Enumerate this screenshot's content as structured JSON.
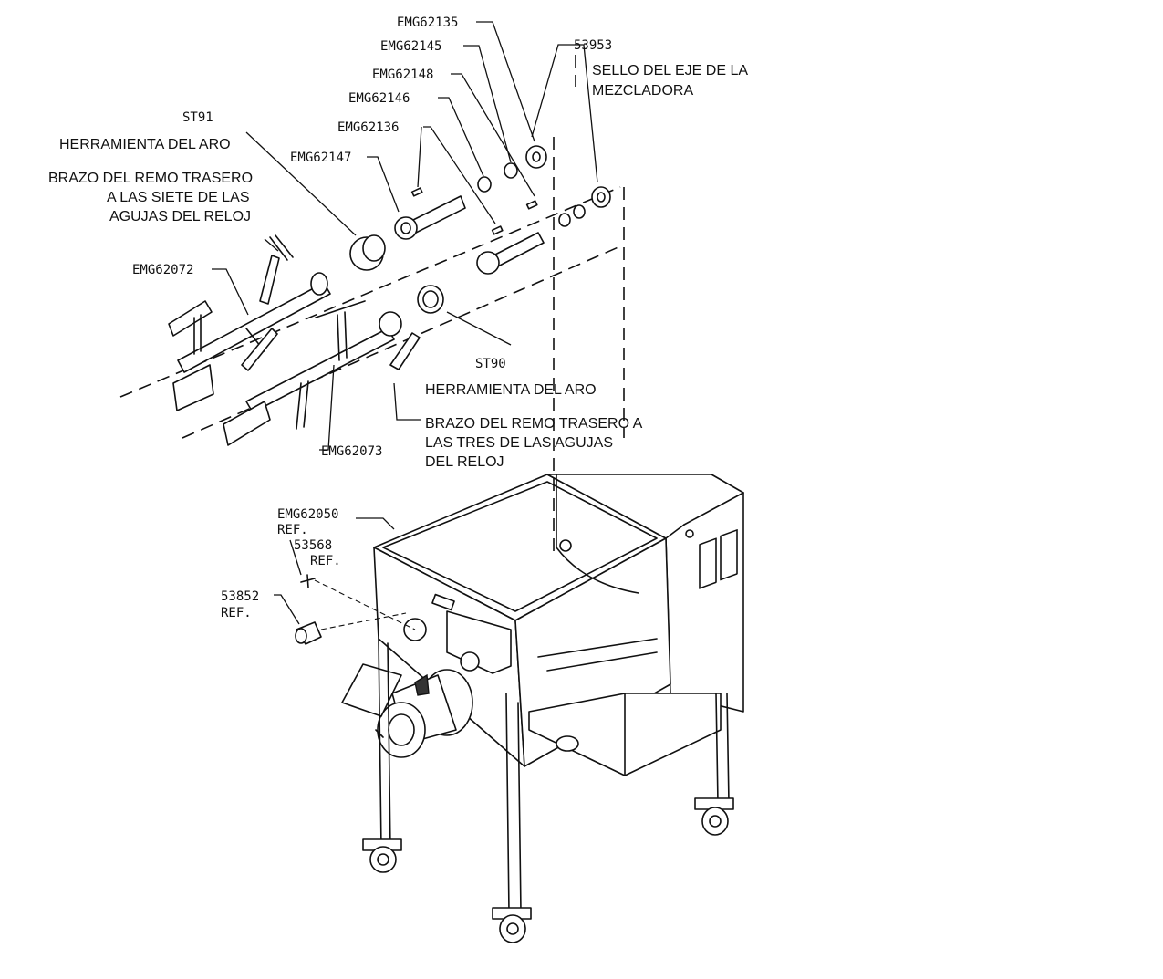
{
  "parts": {
    "emg62135": "EMG62135",
    "emg62145": "EMG62145",
    "emg62148": "EMG62148",
    "emg62146": "EMG62146",
    "emg62136": "EMG62136",
    "emg62147": "EMG62147",
    "p53953": "53953",
    "st91": "ST91",
    "st90": "ST90",
    "emg62072": "EMG62072",
    "emg62073": "EMG62073",
    "emg62050": "EMG62050",
    "p53568": "53568",
    "p53852": "53852",
    "ref": "REF."
  },
  "descriptions": {
    "seal_line1": "SELLO DEL EJE DE LA",
    "seal_line2": "MEZCLADORA",
    "ring_tool_top": "HERRAMIENTA DEL ARO",
    "rear_arm_seven_l1": "BRAZO DEL REMO TRASERO",
    "rear_arm_seven_l2": "A LAS SIETE DE LAS",
    "rear_arm_seven_l3": "AGUJAS DEL RELOJ",
    "ring_tool_bottom": "HERRAMIENTA DEL ARO",
    "rear_arm_three_l1": "BRAZO DEL REMO TRASERO A",
    "rear_arm_three_l2": "LAS TRES DE LAS AGUJAS",
    "rear_arm_three_l3": "DEL RELOJ"
  }
}
